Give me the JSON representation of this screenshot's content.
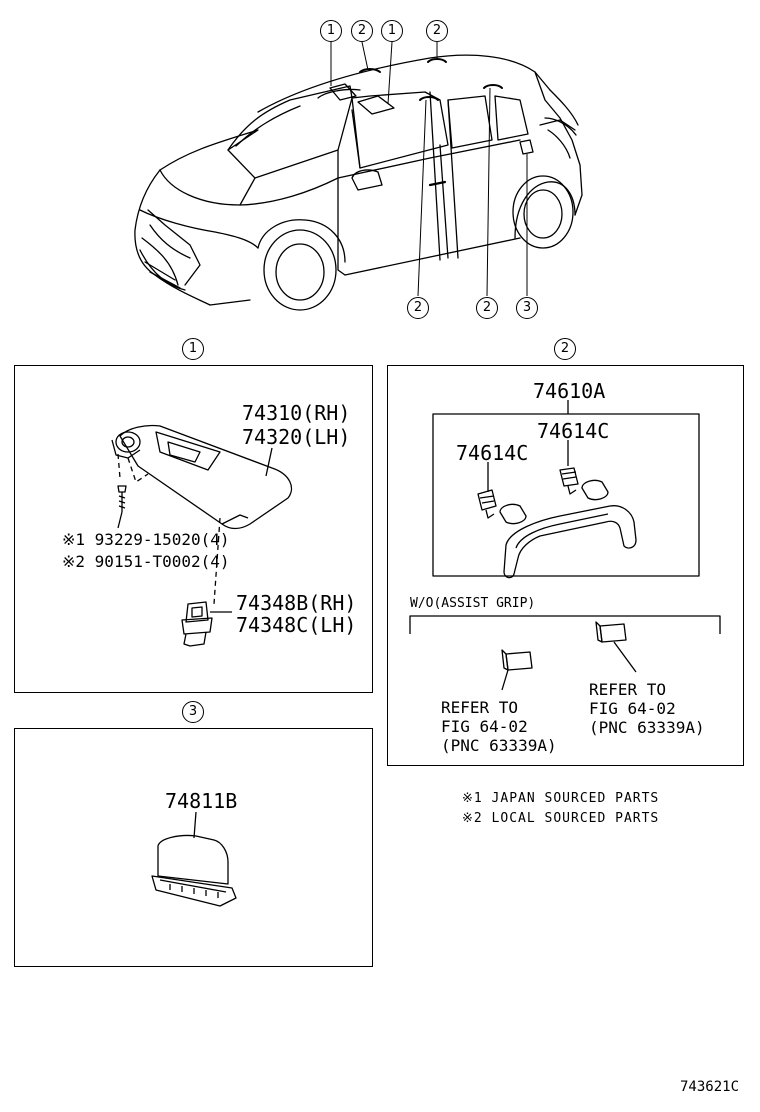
{
  "callouts": {
    "car": [
      "1",
      "2",
      "1",
      "2",
      "2",
      "2",
      "3"
    ],
    "section1": "1",
    "section2": "2",
    "section3": "3"
  },
  "section1": {
    "visor_rh": "74310(RH)",
    "visor_lh": "74320(LH)",
    "screw_jp": "※1 93229-15020(4)",
    "screw_local": "※2 90151-T0002(4)",
    "holder_rh": "74348B(RH)",
    "holder_lh": "74348C(LH)"
  },
  "section2": {
    "assy": "74610A",
    "sub_a": "74614C",
    "sub_b": "74614C",
    "wo_label": "W/O(ASSIST GRIP)",
    "refer_left": [
      "REFER TO",
      "FIG 64-02",
      "(PNC 63339A)"
    ],
    "refer_right": [
      "REFER TO",
      "FIG 64-02",
      "(PNC 63339A)"
    ]
  },
  "section3": {
    "part": "74811B"
  },
  "notes": [
    "※1 JAPAN SOURCED PARTS",
    "※2 LOCAL SOURCED PARTS"
  ],
  "figure_id": "743621C"
}
